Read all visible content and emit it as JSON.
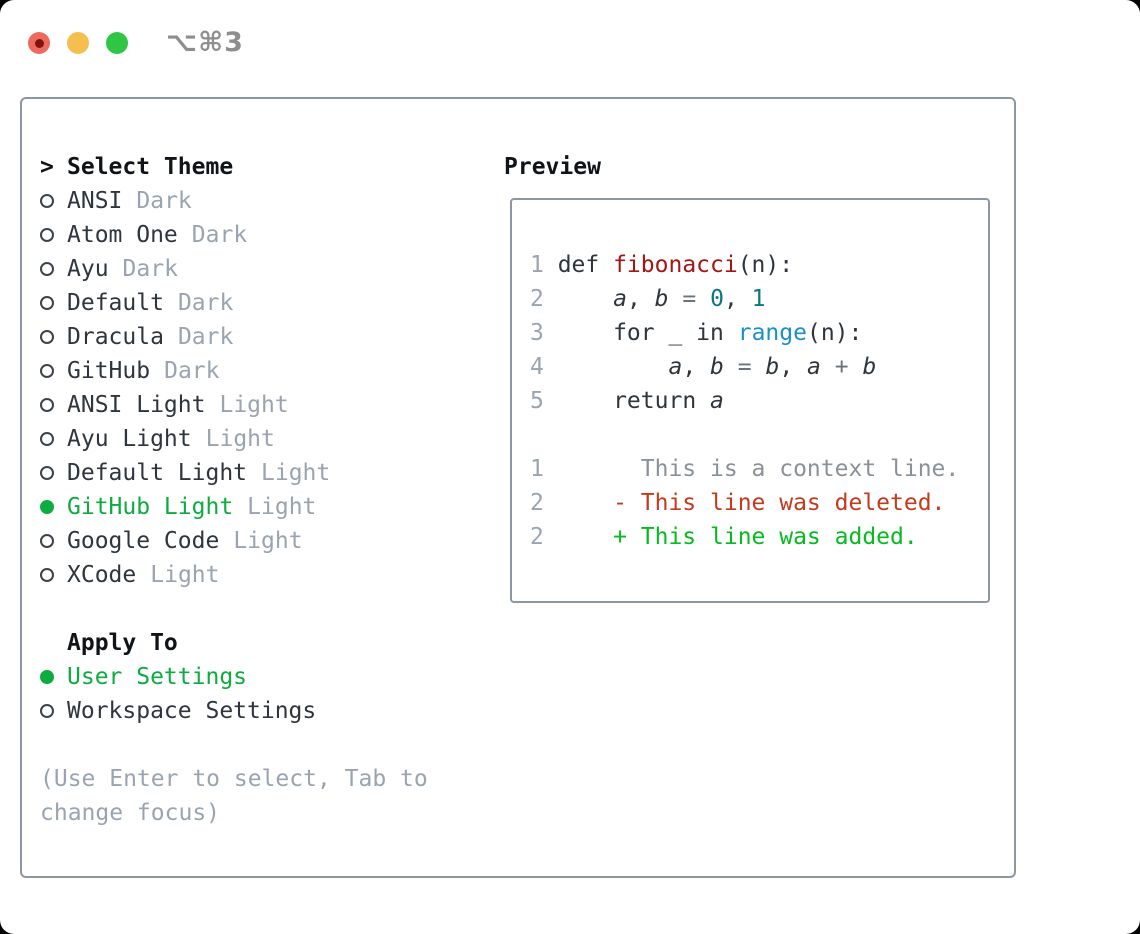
{
  "titlebar": {
    "shortcut": "⌥⌘3"
  },
  "theme_picker": {
    "prompt": ">",
    "title": "Select Theme",
    "themes": [
      {
        "name": "ANSI",
        "variant": "Dark",
        "selected": false
      },
      {
        "name": "Atom One",
        "variant": "Dark",
        "selected": false
      },
      {
        "name": "Ayu",
        "variant": "Dark",
        "selected": false
      },
      {
        "name": "Default",
        "variant": "Dark",
        "selected": false
      },
      {
        "name": "Dracula",
        "variant": "Dark",
        "selected": false
      },
      {
        "name": "GitHub",
        "variant": "Dark",
        "selected": false
      },
      {
        "name": "ANSI Light",
        "variant": "Light",
        "selected": false
      },
      {
        "name": "Ayu Light",
        "variant": "Light",
        "selected": false
      },
      {
        "name": "Default Light",
        "variant": "Light",
        "selected": false
      },
      {
        "name": "GitHub Light",
        "variant": "Light",
        "selected": true
      },
      {
        "name": "Google Code",
        "variant": "Light",
        "selected": false
      },
      {
        "name": "XCode",
        "variant": "Light",
        "selected": false
      }
    ],
    "apply_to": {
      "title": "Apply To",
      "options": [
        {
          "label": "User Settings",
          "selected": true
        },
        {
          "label": "Workspace Settings",
          "selected": false
        }
      ]
    },
    "hint": [
      "(Use Enter to select, Tab to",
      "change focus)"
    ]
  },
  "preview": {
    "title": "Preview",
    "code": [
      {
        "no": "1",
        "tokens": [
          {
            "t": "def ",
            "c": "k"
          },
          {
            "t": "fibonacci",
            "c": "fn"
          },
          {
            "t": "(n):",
            "c": "d"
          }
        ]
      },
      {
        "no": "2",
        "tokens": [
          {
            "t": "    ",
            "c": "d"
          },
          {
            "t": "a",
            "c": "v"
          },
          {
            "t": ", ",
            "c": "d"
          },
          {
            "t": "b",
            "c": "v"
          },
          {
            "t": " ",
            "c": "d"
          },
          {
            "t": "=",
            "c": "o"
          },
          {
            "t": " ",
            "c": "d"
          },
          {
            "t": "0",
            "c": "n"
          },
          {
            "t": ", ",
            "c": "d"
          },
          {
            "t": "1",
            "c": "n"
          }
        ]
      },
      {
        "no": "3",
        "tokens": [
          {
            "t": "    ",
            "c": "d"
          },
          {
            "t": "for ",
            "c": "k"
          },
          {
            "t": "_",
            "c": "d"
          },
          {
            "t": " in ",
            "c": "k"
          },
          {
            "t": "range",
            "c": "b"
          },
          {
            "t": "(n):",
            "c": "d"
          }
        ]
      },
      {
        "no": "4",
        "tokens": [
          {
            "t": "        ",
            "c": "d"
          },
          {
            "t": "a",
            "c": "v"
          },
          {
            "t": ", ",
            "c": "d"
          },
          {
            "t": "b",
            "c": "v"
          },
          {
            "t": " ",
            "c": "d"
          },
          {
            "t": "=",
            "c": "o"
          },
          {
            "t": " ",
            "c": "d"
          },
          {
            "t": "b",
            "c": "v"
          },
          {
            "t": ", ",
            "c": "d"
          },
          {
            "t": "a",
            "c": "v"
          },
          {
            "t": " ",
            "c": "d"
          },
          {
            "t": "+",
            "c": "o"
          },
          {
            "t": " ",
            "c": "d"
          },
          {
            "t": "b",
            "c": "v"
          }
        ]
      },
      {
        "no": "5",
        "tokens": [
          {
            "t": "    ",
            "c": "d"
          },
          {
            "t": "return ",
            "c": "k"
          },
          {
            "t": "a",
            "c": "v"
          }
        ]
      }
    ],
    "diff": [
      {
        "no": "1",
        "kind": "context",
        "text": "      This is a context line."
      },
      {
        "no": "2",
        "kind": "deleted",
        "text": "    - This line was deleted."
      },
      {
        "no": "2",
        "kind": "added",
        "text": "    + This line was added."
      }
    ]
  },
  "colors": {
    "selection_green": "#0dac40",
    "added_green": "#06bb1f",
    "deleted_red": "#c33a1e",
    "context_gray": "#8a9199",
    "function_red": "#a41616",
    "number_teal": "#0d7680",
    "builtin_blue": "#1a90c9",
    "muted_gray": "#9aa4b0",
    "text_dark": "#2e353d",
    "border_gray": "#8d97a4",
    "traffic_red": "#ee6a5f",
    "traffic_yellow": "#f5bf4f",
    "traffic_green": "#2ec643"
  }
}
